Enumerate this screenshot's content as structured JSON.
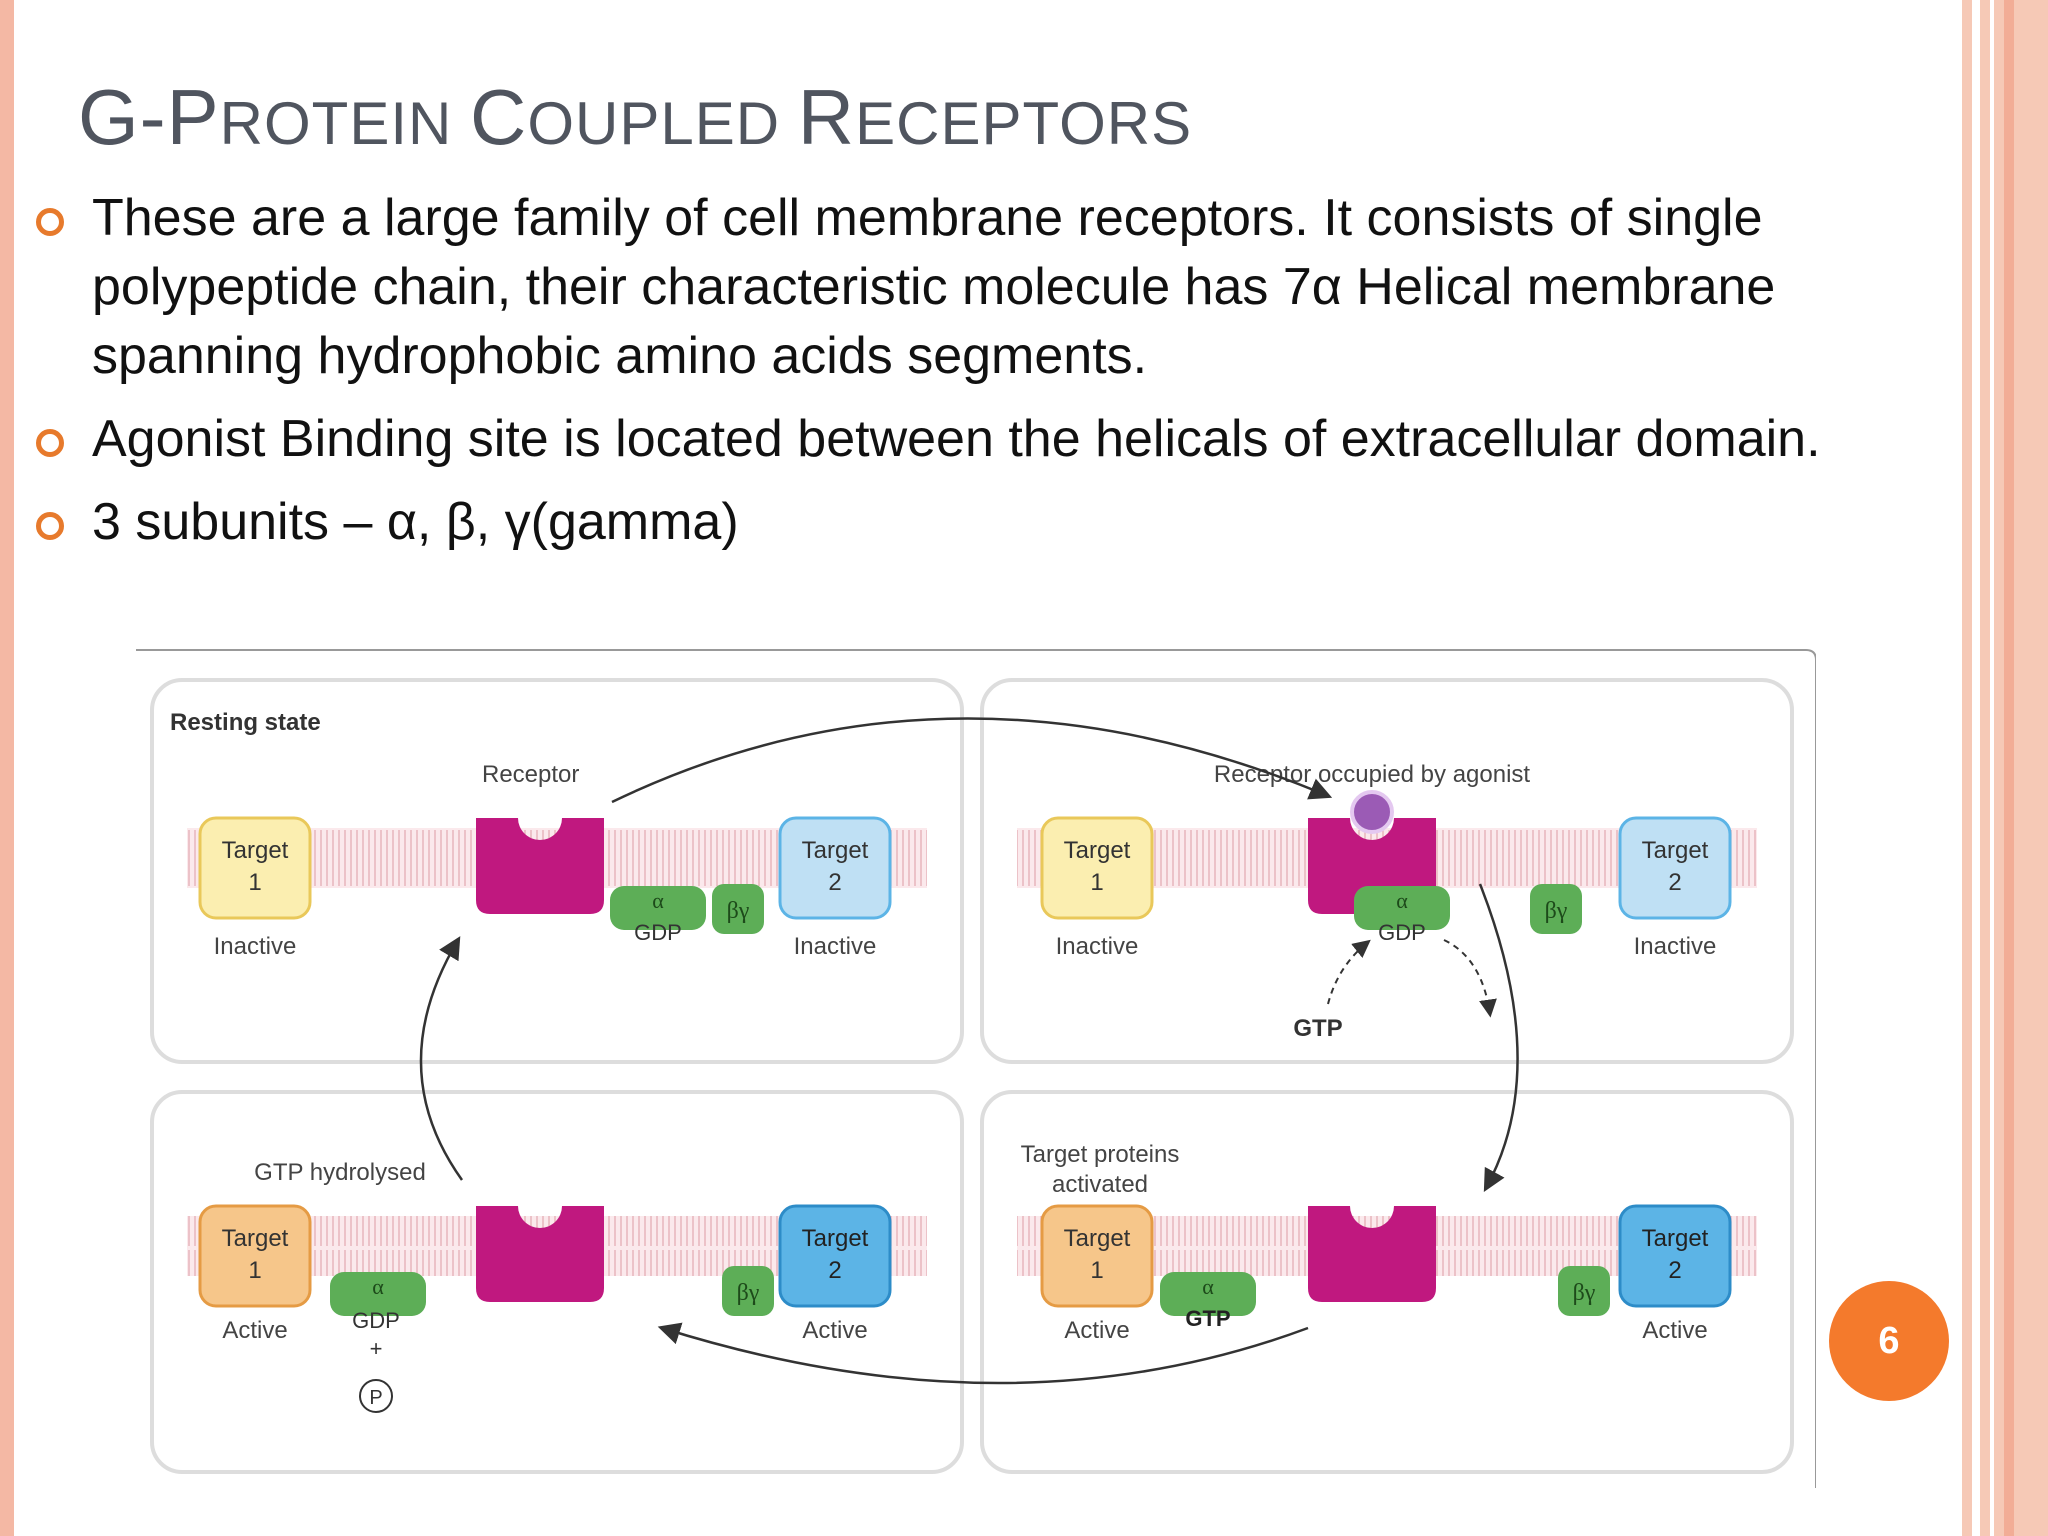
{
  "slide": {
    "title": {
      "first_cap": "G-P",
      "part1": "ROTEIN ",
      "c_cap": "C",
      "part2": "OUPLED ",
      "r_cap": "R",
      "part3": "ECEPTORS"
    },
    "bullets": [
      "These are a large family of cell membrane receptors. It consists of single polypeptide chain, their characteristic molecule has 7α Helical membrane spanning hydrophobic amino acids segments.",
      "Agonist Binding site is located between the helicals of extracellular domain.",
      "3 subunits – α, β, γ(gamma)"
    ],
    "page_number": "6"
  },
  "figure": {
    "resting_state": "Resting state",
    "receptor": "Receptor",
    "receptor_occupied": "Receptor occupied by agonist",
    "gtp_hydrolysed": "GTP hydrolysed",
    "target_proteins_activated_1": "Target proteins",
    "target_proteins_activated_2": "activated",
    "target": "Target",
    "num1": "1",
    "num2": "2",
    "inactive": "Inactive",
    "active": "Active",
    "alpha": "α",
    "betagamma": "βγ",
    "gdp": "GDP",
    "gtp": "GTP",
    "plus": "+",
    "p": "P"
  },
  "colors": {
    "accent": "#e77a2c",
    "title": "#50555f",
    "receptor": "#c0187f",
    "target_inactive_1": "#fbeeb0",
    "target_inactive_2": "#bfe0f4",
    "target_active_1": "#f6c68a",
    "target_active_2": "#5cb4e6",
    "g_protein": "#5dae57"
  }
}
